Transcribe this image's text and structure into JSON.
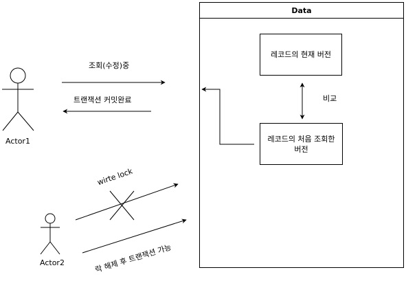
{
  "container": {
    "title": "Data"
  },
  "nodes": {
    "current_version": "레코드의 현재 버전",
    "first_read_version": "레코드의 처음 조회한 버전"
  },
  "actors": {
    "actor1": "Actor1",
    "actor2": "Actor2"
  },
  "edges": {
    "read_modify": "조회(수정)중",
    "commit_done": "트랜잭션 커밋완료",
    "compare": "비교",
    "write_lock": "wirte lock",
    "after_unlock": "락 해제 후 트랜잭션 가능"
  }
}
